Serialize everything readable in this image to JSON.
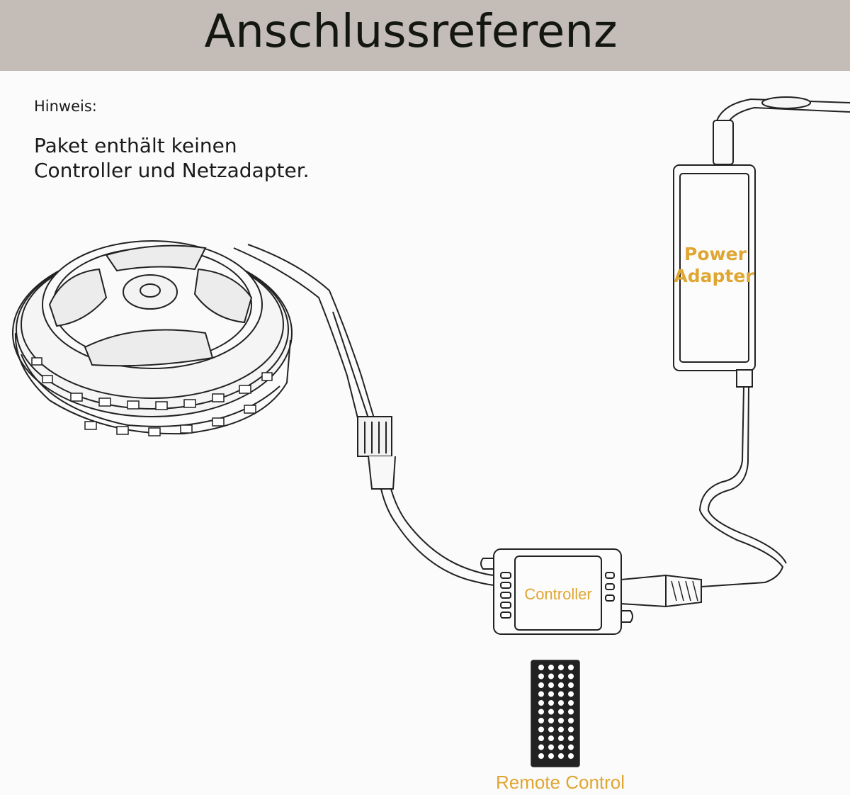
{
  "header": {
    "title": "Anschlussreferenz"
  },
  "note": {
    "label": "Hinweis:",
    "lines": [
      "Paket enthält keinen",
      "Controller und Netzadapter."
    ]
  },
  "labels": {
    "power_adapter": [
      "Power",
      "Adapter"
    ],
    "controller": "Controller",
    "remote_control": "Remote Control"
  },
  "colors": {
    "header_bg": "#c3bcb7",
    "title_text": "#13170f",
    "label_gold": "#dfa632",
    "line": "#1e1e1e"
  },
  "icons": [
    "led-strip-reel-icon",
    "power-adapter-icon",
    "controller-icon",
    "remote-control-icon"
  ]
}
